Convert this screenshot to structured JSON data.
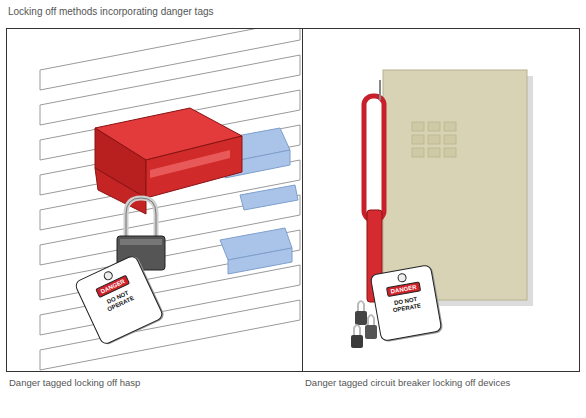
{
  "diagram": {
    "title": "Locking off methods incorporating danger tags",
    "nodes": [
      {
        "text": [
          "Danger tagged locking off hasp"
        ]
      },
      {
        "text": [
          "DANGER",
          "DO NOT OPERATE"
        ],
        "in": 0
      },
      {
        "text": [
          "Danger tagged circuit breaker locking off devices"
        ]
      },
      {
        "text": [
          "DANGER",
          "DO NOT OPERATE"
        ],
        "in": 2
      }
    ]
  }
}
